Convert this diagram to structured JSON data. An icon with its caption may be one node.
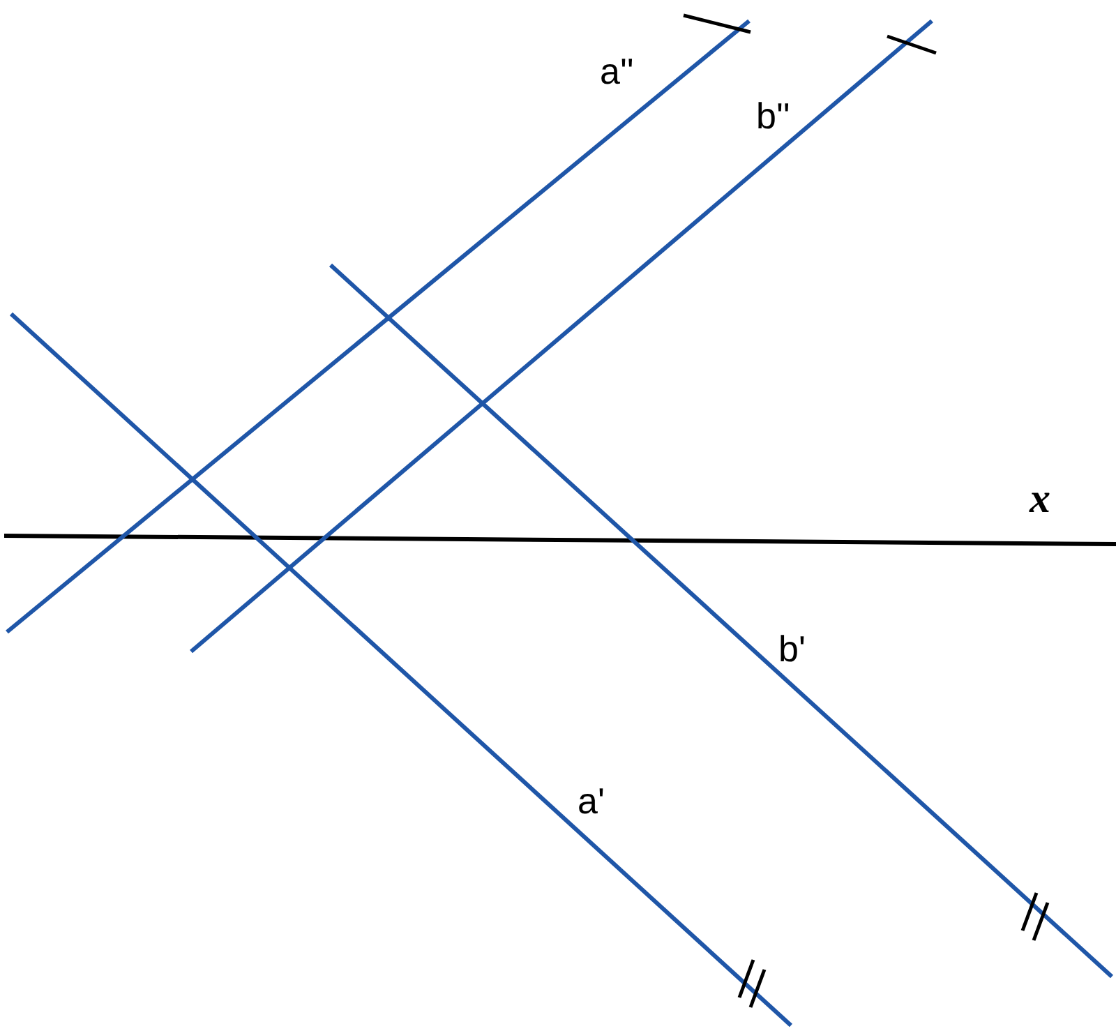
{
  "diagram": {
    "labels": [
      "a''",
      "b''",
      "x",
      "b'",
      "a'"
    ]
  }
}
